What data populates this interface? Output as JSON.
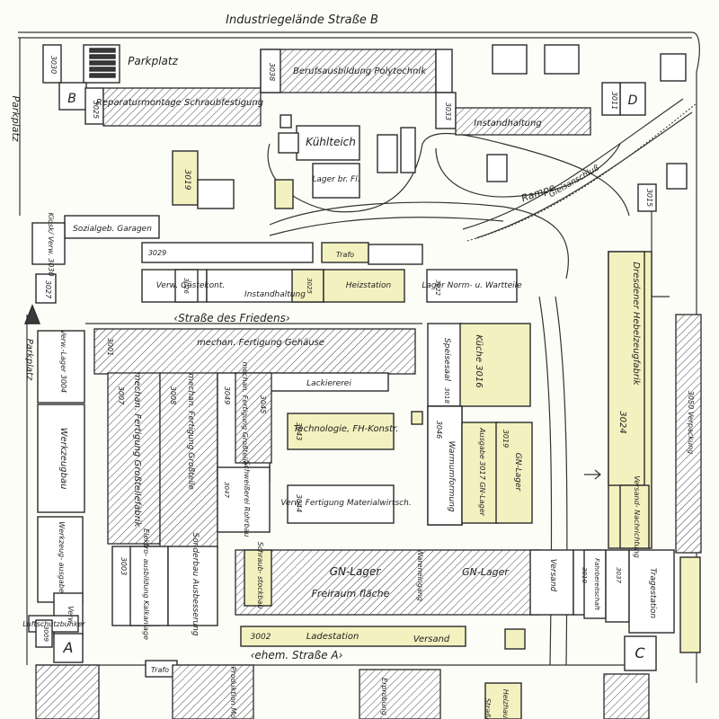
{
  "colors": {
    "ink": "#2a2a2a",
    "highlight": "#f3f1bf",
    "paper": "#fdfdf8"
  },
  "streets": {
    "top": "Industriegelände Straße B",
    "middle": "‹Straße des Friedens›",
    "bottom": "‹ehem. Straße A›",
    "left": "Parkplatz"
  },
  "buildings": [
    {
      "id": "parkplatz-top",
      "label": "Parkplatz"
    },
    {
      "id": "b3030",
      "label": "3030"
    },
    {
      "id": "b3025",
      "label": "3025"
    },
    {
      "id": "gate-b",
      "label": "B"
    },
    {
      "id": "reparatur",
      "label": "Reparaturmontage Schraubfestigung"
    },
    {
      "id": "berufsausbildung",
      "label": "Berufsausbildung Polytechnik"
    },
    {
      "id": "b3038",
      "label": "3038"
    },
    {
      "id": "b3033",
      "label": "3033"
    },
    {
      "id": "instandhaltung",
      "label": "Instandhaltung"
    },
    {
      "id": "gate-d",
      "label": "D"
    },
    {
      "id": "b3011",
      "label": "3011"
    },
    {
      "id": "kuehlteich",
      "label": "Kühlteich"
    },
    {
      "id": "lager-br",
      "label": "Lager br. Fl."
    },
    {
      "id": "b3019",
      "label": "3019"
    },
    {
      "id": "rampe",
      "label": "Rampe"
    },
    {
      "id": "gleisanschluss",
      "label": "Gleisanschluß"
    },
    {
      "id": "b3015",
      "label": "3015"
    },
    {
      "id": "sozialgeb",
      "label": "Sozialgeb. Garagen"
    },
    {
      "id": "kiosk",
      "label": "Kiosk/ Verw. 3030"
    },
    {
      "id": "b3027",
      "label": "3027"
    },
    {
      "id": "b3029",
      "label": "3029"
    },
    {
      "id": "trafo-top",
      "label": "Trafo"
    },
    {
      "id": "verw-gaestekont",
      "label": "Verw. Gästekont."
    },
    {
      "id": "b3026",
      "label": "3026"
    },
    {
      "id": "instandhaltung2",
      "label": "Instandhaltung"
    },
    {
      "id": "b3025b",
      "label": "3025"
    },
    {
      "id": "heizstation",
      "label": "Heizstation"
    },
    {
      "id": "lager-norm",
      "label": "Lager Norm- u. Wartteile"
    },
    {
      "id": "b3022",
      "label": "3022"
    },
    {
      "id": "b3001",
      "label": "3001"
    },
    {
      "id": "mech-fertigung",
      "label": "mechan. Fertigung Gehäuse"
    },
    {
      "id": "parkplatz-left",
      "label": "Parkplatz"
    },
    {
      "id": "verw-lager",
      "label": "Verw.-Lager 3004"
    },
    {
      "id": "werkzeugbau",
      "label": "Werkzeugbau"
    },
    {
      "id": "b3007",
      "label": "3007"
    },
    {
      "id": "mech-gross",
      "label": "mechan. Fertigung Großteilefabrik"
    },
    {
      "id": "b3008",
      "label": "3008"
    },
    {
      "id": "mech-fertigung-gross",
      "label": "mechan. Fertigung Großteile"
    },
    {
      "id": "b3010",
      "label": "3010"
    },
    {
      "id": "b3049",
      "label": "3049"
    },
    {
      "id": "mech-fertigung-gross2",
      "label": "mechan. Fertigung Großteile"
    },
    {
      "id": "lackiererei",
      "label": "Lackiererei"
    },
    {
      "id": "b3045",
      "label": "3045"
    },
    {
      "id": "schweiss",
      "label": "Schweißerei Rohrbau"
    },
    {
      "id": "b3047",
      "label": "3047"
    },
    {
      "id": "technologie",
      "label": "Technologie, FH-Konstr."
    },
    {
      "id": "b3043",
      "label": "3043"
    },
    {
      "id": "verw-fertigung",
      "label": "Verw. Fertigung Materialwirtsch."
    },
    {
      "id": "b3044",
      "label": "3044"
    },
    {
      "id": "speisesaal",
      "label": "Speisesaal"
    },
    {
      "id": "b3018",
      "label": "3018"
    },
    {
      "id": "kueche",
      "label": "Küche 3016"
    },
    {
      "id": "b3046",
      "label": "3046"
    },
    {
      "id": "warmumformung",
      "label": "Warmumformung"
    },
    {
      "id": "ausgabe",
      "label": "Ausgabe 3017 GN-Lager"
    },
    {
      "id": "b3019b",
      "label": "3019"
    },
    {
      "id": "gn-lager-small",
      "label": "GN-Lager"
    },
    {
      "id": "dresdener",
      "label": "Dresdener Hebelzeugfabrik"
    },
    {
      "id": "b3024",
      "label": "3024"
    },
    {
      "id": "versand-nachr",
      "label": "Versand- Nachrichtung"
    },
    {
      "id": "b3050",
      "label": "3050 Verpackung"
    },
    {
      "id": "werkzeugausgabe",
      "label": "Werkzeug- ausgabe"
    },
    {
      "id": "b3003",
      "label": "3003"
    },
    {
      "id": "elektro",
      "label": "Elektro- ausbildung Kalkanlage"
    },
    {
      "id": "sonderbau",
      "label": "Sonderbau Ausbesserung"
    },
    {
      "id": "b3009",
      "label": "3009"
    },
    {
      "id": "verw-bottom",
      "label": "Verw."
    },
    {
      "id": "luftschutz",
      "label": "Luftschutzbunker"
    },
    {
      "id": "gate-a",
      "label": "A"
    },
    {
      "id": "schraubstock",
      "label": "Schraub- stockbau"
    },
    {
      "id": "gn-lager-big",
      "label": "GN-Lager"
    },
    {
      "id": "gn-lager-big2",
      "label": "GN-Lager"
    },
    {
      "id": "freiraumflaeche",
      "label": "Freiraum fläche"
    },
    {
      "id": "wareneingang",
      "label": "Wareneingang"
    },
    {
      "id": "versand-mid",
      "label": "Versand"
    },
    {
      "id": "b3010b",
      "label": "3010"
    },
    {
      "id": "fahrbereitschaft",
      "label": "Fahrbereitschaft"
    },
    {
      "id": "b3037",
      "label": "3037"
    },
    {
      "id": "tragestation",
      "label": "Tragestation"
    },
    {
      "id": "ladestation",
      "label": "Ladestation"
    },
    {
      "id": "b3002",
      "label": "3002"
    },
    {
      "id": "versand-bottom",
      "label": "Versand"
    },
    {
      "id": "gate-c",
      "label": "C"
    },
    {
      "id": "trafo-bottom",
      "label": "Trafo"
    },
    {
      "id": "produktion",
      "label": "Produktion Modelle"
    },
    {
      "id": "erprobung",
      "label": "Erprobung"
    },
    {
      "id": "heizhaus",
      "label": "Heizhaus"
    },
    {
      "id": "strasse",
      "label": "Straße"
    }
  ]
}
